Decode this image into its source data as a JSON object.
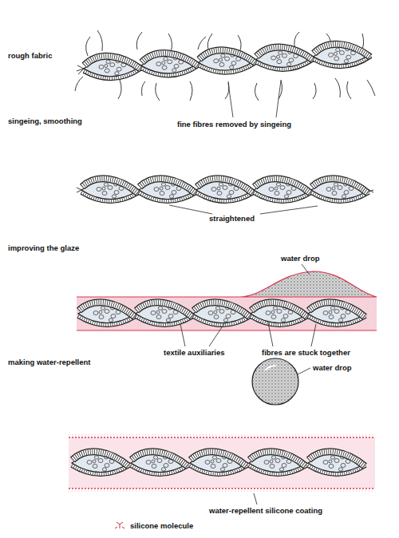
{
  "diagram": {
    "labels": [
      "rough fabric",
      "singeing, smoothing",
      "fine fibres removed by singeing",
      "straightened",
      "improving the glaze",
      "water drop",
      "textile auxiliaries",
      "fibres are stuck together",
      "making water-repellent",
      "water drop",
      "water-repellent silicone coating",
      "silicone molecule"
    ]
  }
}
